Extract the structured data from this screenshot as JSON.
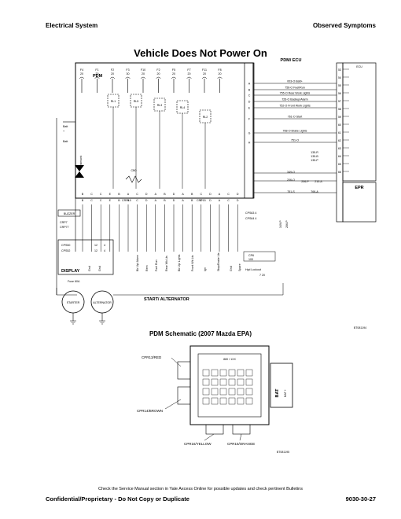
{
  "header": {
    "left": "Electrical System",
    "right": "Observed Symptoms"
  },
  "title": "Vehicle Does Not Power On",
  "pdm": {
    "label": "PDM",
    "fuse_top": [
      "F4 20",
      "F1 20",
      "F2 20",
      "F3 30",
      "F10 20",
      "F2 20",
      "F5 20",
      "F7 20",
      "F11 20",
      "F8 20"
    ],
    "relays": [
      "RL1",
      "RL5",
      "RL3",
      "RL4",
      "RL2"
    ],
    "relay_label": "RL",
    "cb_label": "CB0",
    "bottom_pins": [
      "B",
      "C",
      "C",
      "E",
      "B",
      "A",
      "C",
      "D",
      "A",
      "B",
      "D",
      "A",
      "B",
      "C",
      "D",
      "A",
      "C",
      "D"
    ]
  },
  "ecu": {
    "label": "PDM/ ECU",
    "connector": "ECU",
    "epr": "EPR",
    "wires": [
      "003-O Batt+",
      "756-O Fuel/Run",
      "755-O Rear Work Lights",
      "726-O Backup/Alarm",
      "752-O Front Work Lights",
      "761-O Start",
      "768-O Brake Lights",
      "751-O"
    ],
    "pin_rows": [
      "53",
      "54",
      "55",
      "56",
      "57",
      "58",
      "59",
      "60",
      "61",
      "62",
      "63",
      "64",
      "65",
      "66"
    ],
    "mid_wires": [
      "135-R",
      "135-B",
      "135-P",
      "349-O",
      "206-O",
      "206-P",
      "210-A",
      "751-S",
      "768-A"
    ],
    "letters": [
      "A",
      "B",
      "C",
      "D",
      "E",
      "F",
      "G",
      "H"
    ]
  },
  "left_components": {
    "batt_plus": "Batt +",
    "batt_minus": "Batt -",
    "transorb": "Transorb",
    "buzzer": "BUZZER",
    "crp7": "CRP7",
    "crp77": "CRP77",
    "cps50": "CPS50",
    "cps52": "CPS52",
    "display": "DISPLAY",
    "cps_pins": [
      "12",
      "4",
      "12",
      "4"
    ]
  },
  "bottom_labels": [
    "Gnd",
    "Gnd",
    "Bk Up/ Alarm",
    "Rem",
    "Fuel Run",
    "Rear Wk Lts",
    "Bk Up/ Lights",
    "Front Wk Lts",
    "Ign",
    "Stop/Brake Lts",
    "Gnd",
    "Spare"
  ],
  "crp_labels": [
    "CRP15",
    "CRP16",
    "CRP13",
    "CRP14"
  ],
  "right_lower": {
    "cps63": "CPS63 4",
    "cps64": "CPS64 4",
    "cp6": "CP6",
    "cp6_pin": "100",
    "hyd": "Hyd Lockout",
    "hyd_pin": "7 20",
    "wire_349": "349-P",
    "wire_206": "206-P"
  },
  "starter": {
    "fuse": "Fuse 60A",
    "starter": "STARTER",
    "alternator": "ALTERNATOR",
    "label": "START/ ALTERNATOR"
  },
  "figure_id_top": "BT081194",
  "schematic": {
    "title": "PDM Schematic (2007 Mazda EPA)",
    "cpr13": "CPR13/RED",
    "cpr14": "CPR14/BROWN",
    "cpr16": "CPR16/YELLOW",
    "cpr15": "CPR15/ORANGE",
    "bat_plus": "BAT +",
    "bat": "BAT",
    "box_text": "880 / 1XX",
    "figure_id": "BT081195"
  },
  "footer": {
    "note": "Check the Service Manual section in Yale Axcess Online for possible updates and check pertinent Bulletins",
    "left": "Confidential/Proprietary - Do Not Copy or Duplicate",
    "right": "9030-30-27"
  }
}
